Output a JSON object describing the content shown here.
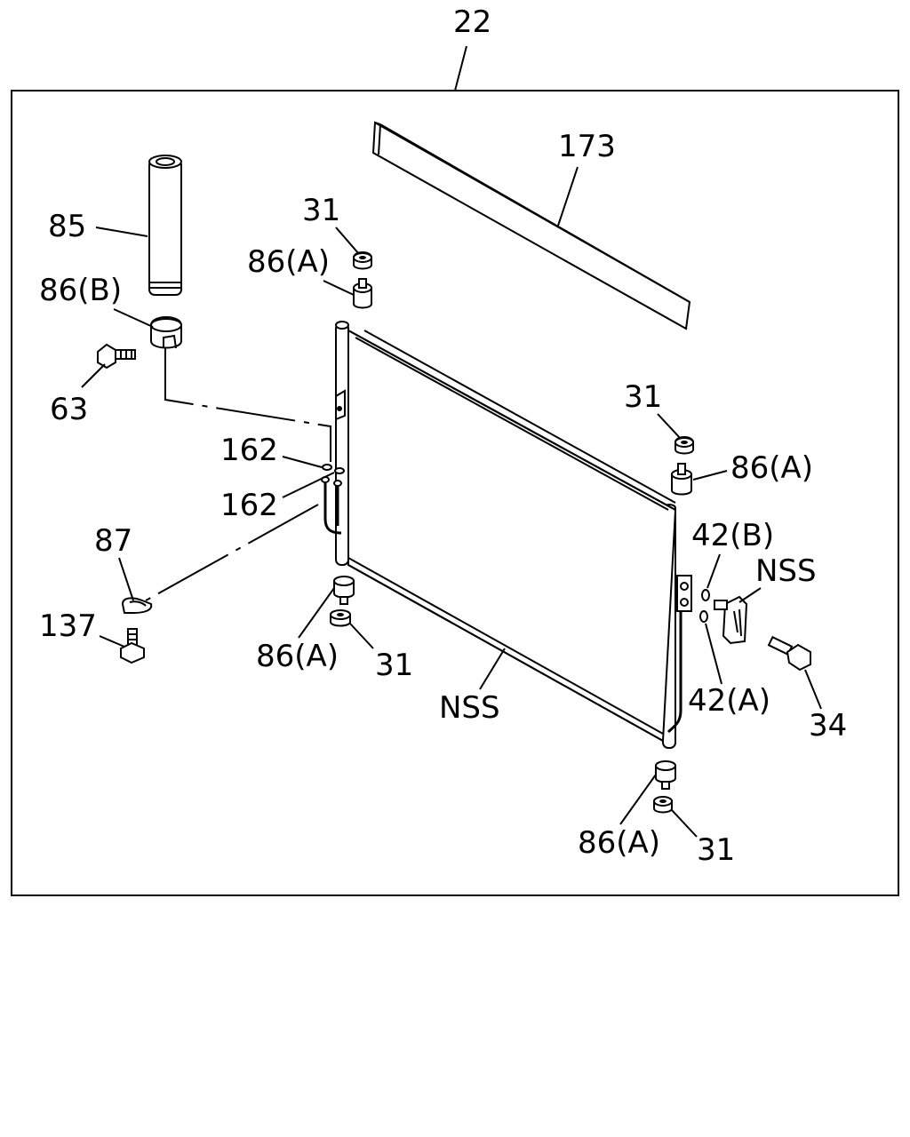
{
  "diagram": {
    "assembly_number": "22",
    "callouts": {
      "p173": "173",
      "p85": "85",
      "p86b": "86(B)",
      "p63": "63",
      "p31_top": "31",
      "p86a_top": "86(A)",
      "p31_right": "31",
      "p86a_right": "86(A)",
      "p162_a": "162",
      "p162_b": "162",
      "p87": "87",
      "p137": "137",
      "p86a_left_bottom": "86(A)",
      "p31_left_bottom": "31",
      "nss_condenser": "NSS",
      "p42b": "42(B)",
      "nss_bracket": "NSS",
      "p42a": "42(A)",
      "p34": "34",
      "p86a_bottom": "86(A)",
      "p31_bottom": "31"
    }
  }
}
